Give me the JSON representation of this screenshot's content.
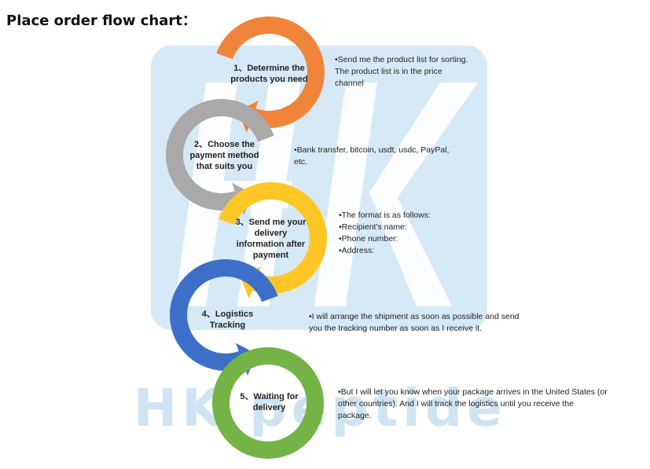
{
  "title": "Place order flow chart：",
  "watermark": {
    "logo_text": "HK",
    "brand_text": "HK peptide",
    "colors": {
      "panel": "#d6e9f6",
      "letters": "#ffffff",
      "brand": "#cfe4f3"
    }
  },
  "steps": [
    {
      "label_lines": [
        "1、Determine the",
        "products you need"
      ],
      "color": "#f0843a",
      "icon": "curved-arrow-icon"
    },
    {
      "label_lines": [
        "2、Choose the",
        "payment method",
        "that suits you"
      ],
      "color": "#a9a9a9",
      "icon": "curved-arrow-icon"
    },
    {
      "label_lines": [
        "3、Send me your",
        "delivery",
        "information after",
        "payment"
      ],
      "color": "#ffc726",
      "icon": "curved-arrow-icon"
    },
    {
      "label_lines": [
        "4、Logistics",
        "Tracking"
      ],
      "color": "#3d6fc9",
      "icon": "curved-arrow-icon"
    },
    {
      "label_lines": [
        "5、Waiting for",
        "delivery"
      ],
      "color": "#74b447",
      "icon": "circle-ring-icon"
    }
  ],
  "descriptions": [
    {
      "lines": [
        "•Send me the product list for sorting.",
        "  The product list is in the price",
        "  channel"
      ]
    },
    {
      "lines": [
        "•Bank transfer, bitcoin, usdt, usdc, PayPal,",
        "  etc."
      ]
    },
    {
      "lines": [
        "•The format is as follows:",
        "•Recipient's name:",
        "•Phone number:",
        "•Address:"
      ]
    },
    {
      "lines": [
        "•I will arrange the shipment as soon as possible and send",
        "  you the tracking number as soon as I receive it."
      ]
    },
    {
      "lines": [
        "•But I will let you know when your package arrives in the United States (or",
        "  other countries). And I will track the logistics until you receive the",
        "  package."
      ]
    }
  ]
}
